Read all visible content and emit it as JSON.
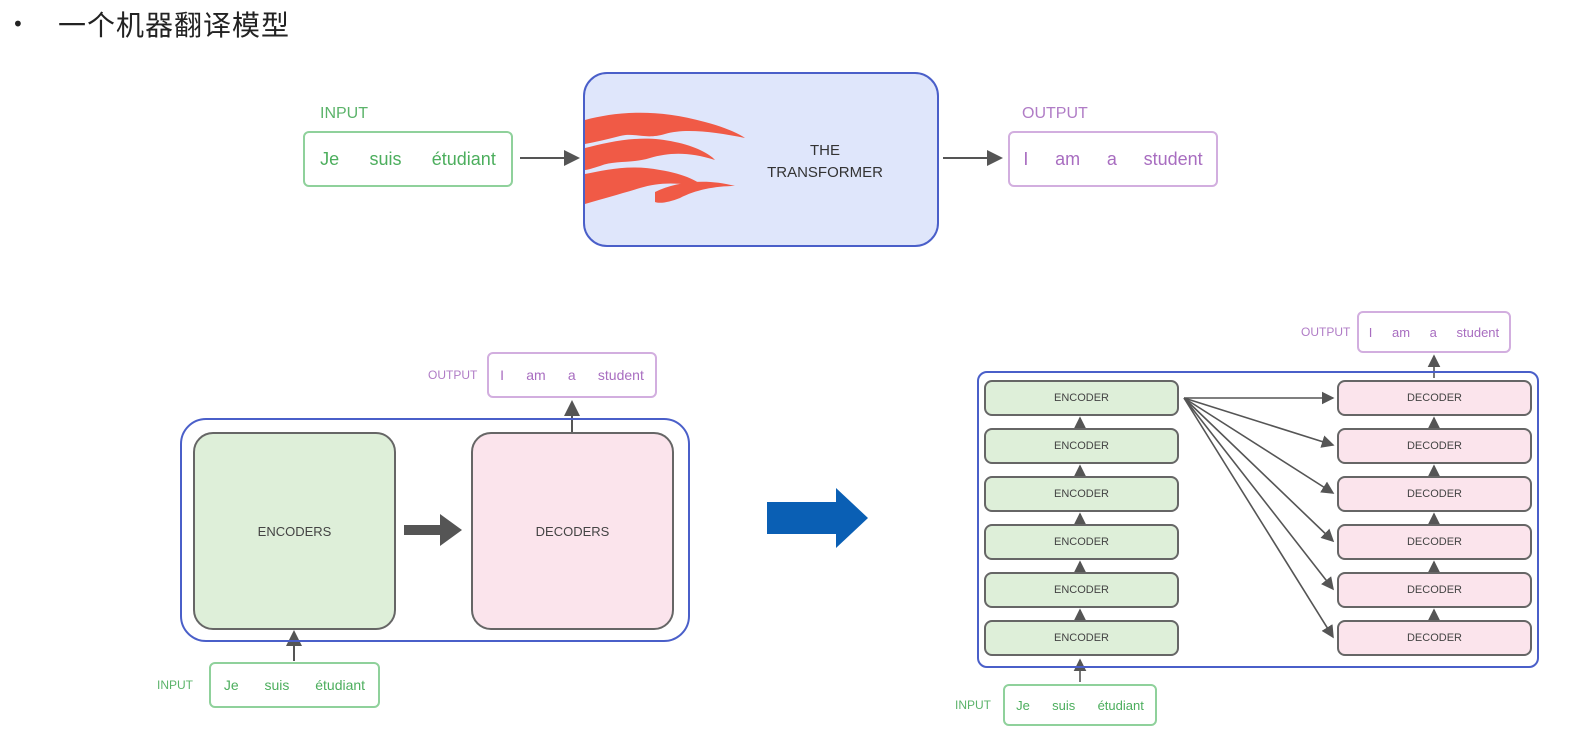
{
  "heading": {
    "bullet": "•",
    "text": "一个机器翻译模型"
  },
  "top": {
    "input_label": "INPUT",
    "input_words": [
      "Je",
      "suis",
      "étudiant"
    ],
    "model_label_line1": "THE",
    "model_label_line2": "TRANSFORMER",
    "output_label": "OUTPUT",
    "output_words": [
      "I",
      "am",
      "a",
      "student"
    ]
  },
  "middle": {
    "output_label": "OUTPUT",
    "output_words": [
      "I",
      "am",
      "a",
      "student"
    ],
    "encoders_label": "ENCODERS",
    "decoders_label": "DECODERS",
    "input_label": "INPUT",
    "input_words": [
      "Je",
      "suis",
      "étudiant"
    ]
  },
  "right": {
    "output_label": "OUTPUT",
    "output_words": [
      "I",
      "am",
      "a",
      "student"
    ],
    "encoder_labels": [
      "ENCODER",
      "ENCODER",
      "ENCODER",
      "ENCODER",
      "ENCODER",
      "ENCODER"
    ],
    "decoder_labels": [
      "DECODER",
      "DECODER",
      "DECODER",
      "DECODER",
      "DECODER",
      "DECODER"
    ],
    "input_label": "INPUT",
    "input_words": [
      "Je",
      "suis",
      "étudiant"
    ]
  },
  "colors": {
    "container_border": "#4a5fc9",
    "transformer_fill": "#dfe6fb",
    "encoder_fill": "#deefd9",
    "decoder_fill": "#fbe4ec",
    "flame": "#f05a46",
    "big_arrow": "#0a5fb4",
    "input_green": "#4cae5d",
    "output_purple": "#a86dc0"
  }
}
